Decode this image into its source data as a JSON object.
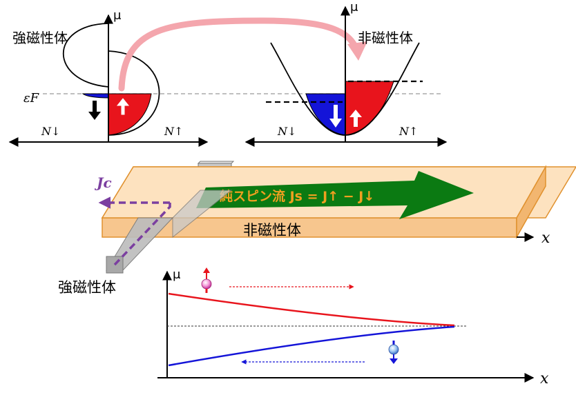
{
  "top_left": {
    "title": "強磁性体",
    "axis_label_mu": "μ",
    "label_n_down": "N↓",
    "label_n_up": "N↑",
    "fermi_label": "εF"
  },
  "top_right": {
    "title": "非磁性体",
    "axis_label_mu": "μ",
    "label_n_down": "N↓",
    "label_n_up": "N↑"
  },
  "middle": {
    "current_label": "Jc",
    "spin_current_label": "純スピン流 Js = J↑ − J↓",
    "nonmagnet_label": "非磁性体",
    "ferromagnet_label": "強磁性体",
    "x_axis_label": "x"
  },
  "bottom_plot": {
    "axis_label_mu": "μ",
    "x_axis_label": "x"
  },
  "colors": {
    "spin_up": "#e8141c",
    "spin_down": "#1414d8",
    "pink_arrow": "#f4a6ad",
    "purple": "#7b3fa0",
    "green": "#0b7a12",
    "orange_text": "#f0a020",
    "slab_top": "#fde2bf",
    "slab_side": "#f7c68e",
    "slab_edge": "#e0912e"
  }
}
